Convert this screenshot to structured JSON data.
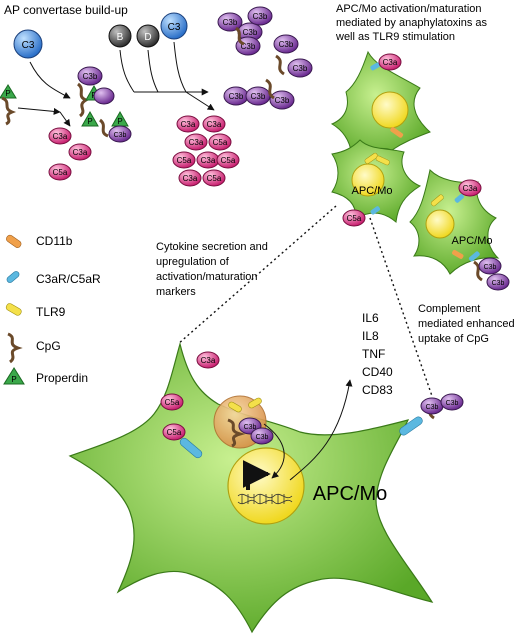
{
  "header": {
    "left_title": "AP convertase build-up",
    "right_title_lines": [
      "APC/Mo activation/maturation",
      "mediated by anaphylatoxins as",
      "well as TLR9 stimulation"
    ]
  },
  "molecules": {
    "c3": "C3",
    "c3a": "C3a",
    "c3b": "C3b",
    "c5a": "C5a",
    "b": "B",
    "d": "D",
    "p": "P"
  },
  "cells": {
    "apc_label": "APC/Mo"
  },
  "annotations": {
    "cytokine_lines": [
      "Cytokine secretion and",
      "upregulation of",
      "activation/maturation",
      "markers"
    ],
    "complement_lines": [
      "Complement",
      "mediated enhanced",
      "uptake of CpG"
    ]
  },
  "markers": [
    "IL6",
    "IL8",
    "TNF",
    "CD40",
    "CD83"
  ],
  "legend": [
    {
      "icon": "cd11b-icon",
      "label": "CD11b",
      "color": "#f0a04a"
    },
    {
      "icon": "c3ar-c5ar-icon",
      "label": "C3aR/C5aR",
      "color": "#5bb8e0"
    },
    {
      "icon": "tlr9-icon",
      "label": "TLR9",
      "color": "#f4e04a"
    },
    {
      "icon": "cpg-icon",
      "label": "CpG",
      "color": "#6b4a2a"
    },
    {
      "icon": "properdin-icon",
      "label": "Properdin",
      "color": "#3aa84a"
    }
  ],
  "colors": {
    "c3": "#3a8fe0",
    "c3a": "#e0408a",
    "c3b": "#8a4aa8",
    "bd": "#555555",
    "cell_green": "#7cc840",
    "nucleus": "#f8f060",
    "cd11b": "#f0a04a",
    "receptor": "#5bb8e0",
    "tlr9": "#f4e04a",
    "cpg": "#6b4a2a",
    "properdin": "#3aa84a"
  }
}
